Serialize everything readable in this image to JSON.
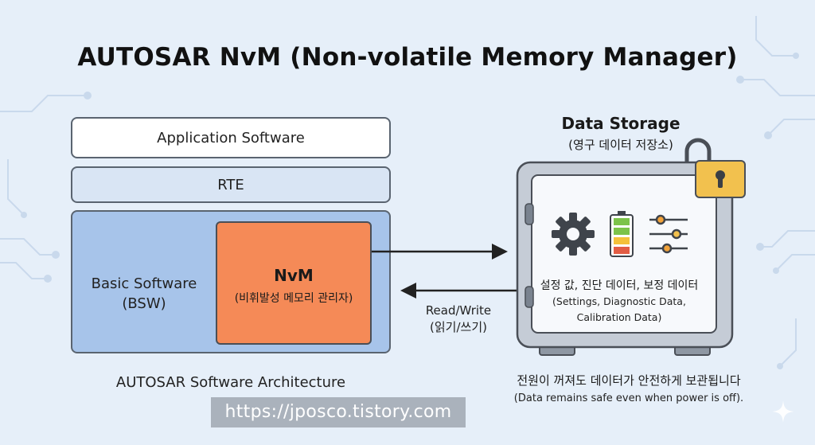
{
  "title": "AUTOSAR NvM (Non-volatile Memory Manager)",
  "layers": {
    "app": "Application Software",
    "rte": "RTE",
    "bsw_line1": "Basic Software",
    "bsw_line2": "(BSW)"
  },
  "nvm": {
    "title": "NvM",
    "subtitle": "(비휘발성 메모리 관리자)"
  },
  "architecture_caption": "AUTOSAR Software Architecture",
  "read_write": {
    "line1": "Read/Write",
    "line2": "(읽기/쓰기)"
  },
  "storage": {
    "title": "Data Storage",
    "subtitle": "(영구 데이터 저장소)",
    "content_ko": "설정 값, 진단 데이터, 보정 데이터",
    "content_en_1": "(Settings, Diagnostic Data,",
    "content_en_2": "Calibration Data)",
    "icons": [
      "gear-icon",
      "battery-icon",
      "sliders-icon",
      "padlock-icon"
    ]
  },
  "safety_note": {
    "ko": "전원이 꺼져도 데이터가 안전하게 보관됩니다",
    "en": "(Data remains safe even when power is off)."
  },
  "watermark": "https://jposco.tistory.com",
  "colors": {
    "background": "#e6eff9",
    "app_layer": "#ffffff",
    "rte_layer": "#d9e5f4",
    "bsw_layer": "#a7c4ea",
    "nvm_block": "#f58a57",
    "padlock": "#f2c14e",
    "safe_body": "#c5ccd6"
  }
}
